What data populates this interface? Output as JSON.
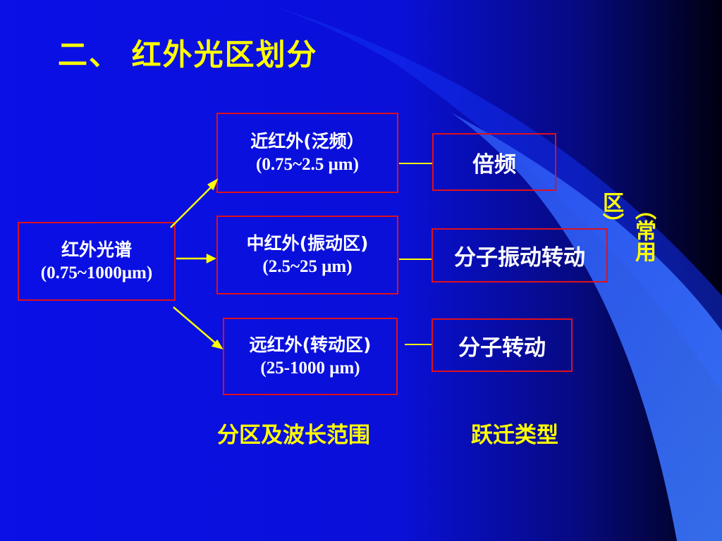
{
  "title": "二、 红外光区划分",
  "spectrum": {
    "name": "红外光谱",
    "range": "(0.75~1000μm)"
  },
  "regions": [
    {
      "name": "近红外(泛频）",
      "range": "(0.75~2.5 μm)",
      "transition": "倍频"
    },
    {
      "name": "中红外(振动区)",
      "range": "(2.5~25 μm)",
      "transition": "分子振动转动"
    },
    {
      "name": "远红外(转动区)",
      "range": "(25-1000 μm)",
      "transition": "分子转动"
    }
  ],
  "side_note": {
    "left": "区）",
    "right": "（常用"
  },
  "captions": {
    "regions": "分区及波长范围",
    "transitions": "跃迁类型"
  },
  "colors": {
    "background": "#0a10e6",
    "accent": "#ffff00",
    "box_border": "#e0101a",
    "text": "#ffffff"
  }
}
